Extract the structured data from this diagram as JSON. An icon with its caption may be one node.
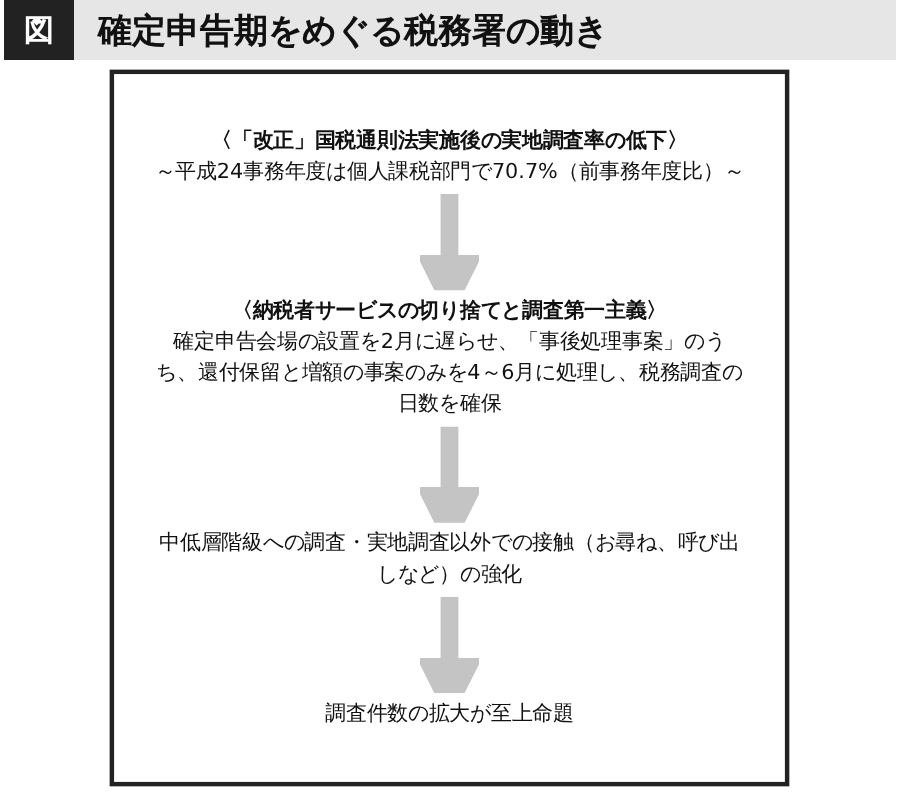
{
  "diagram": {
    "title": "確定申告期をめぐる税務署の動き",
    "nodes": [
      {
        "text": [],
        "shape": "box"
      },
      {
        "text": [
          "〈「改正」国税通則法実施後の実地調査率の低下〉",
          "～平成24事務年度は個人課税部門で70.7%（前事務年度比）～"
        ],
        "in": 0
      },
      {
        "text": [
          "〈納税者サービスの切り捨てと調査第一主義〉",
          "確定申告会場の設置を2月に遅らせ、「事後処理事案」のうち、還付保留と増額の事案のみを4～6月に処理し、税務調査の日数を確保"
        ],
        "in": 0
      },
      {
        "text": [
          "中低層階級への調査・実地調査以外での接触（お尋ね、呼び出しなど）の強化"
        ],
        "in": 0
      },
      {
        "text": [
          "調査件数の拡大が至上命題"
        ],
        "in": 0
      }
    ],
    "edges": [
      {
        "from": 1,
        "to": 2,
        "arrow": "to"
      },
      {
        "from": 2,
        "to": 3,
        "arrow": "to"
      },
      {
        "from": 3,
        "to": 4,
        "arrow": "to"
      }
    ],
    "labels": [
      "図"
    ]
  }
}
